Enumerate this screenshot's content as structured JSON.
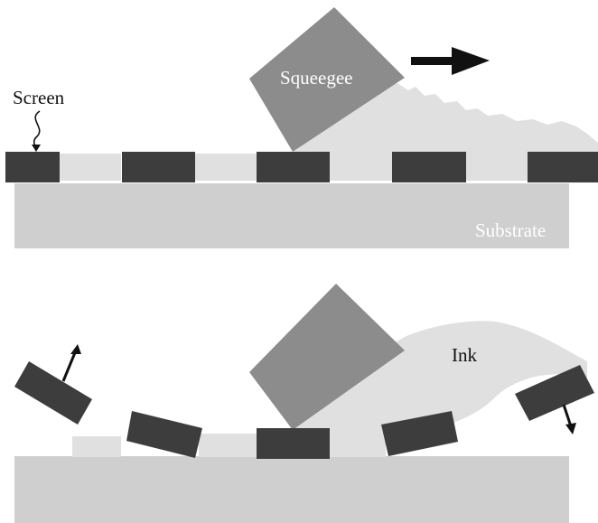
{
  "labels": {
    "screen": "Screen",
    "squeegee": "Squeegee",
    "substrate": "Substrate",
    "ink": "Ink"
  },
  "colors": {
    "screen_block": "#3d3d3d",
    "squeegee": "#8c8c8c",
    "ink": "#e0e0e0",
    "substrate": "#cfcfcf",
    "arrow": "#111111",
    "light_text": "#ffffff",
    "dark_text": "#111111"
  }
}
